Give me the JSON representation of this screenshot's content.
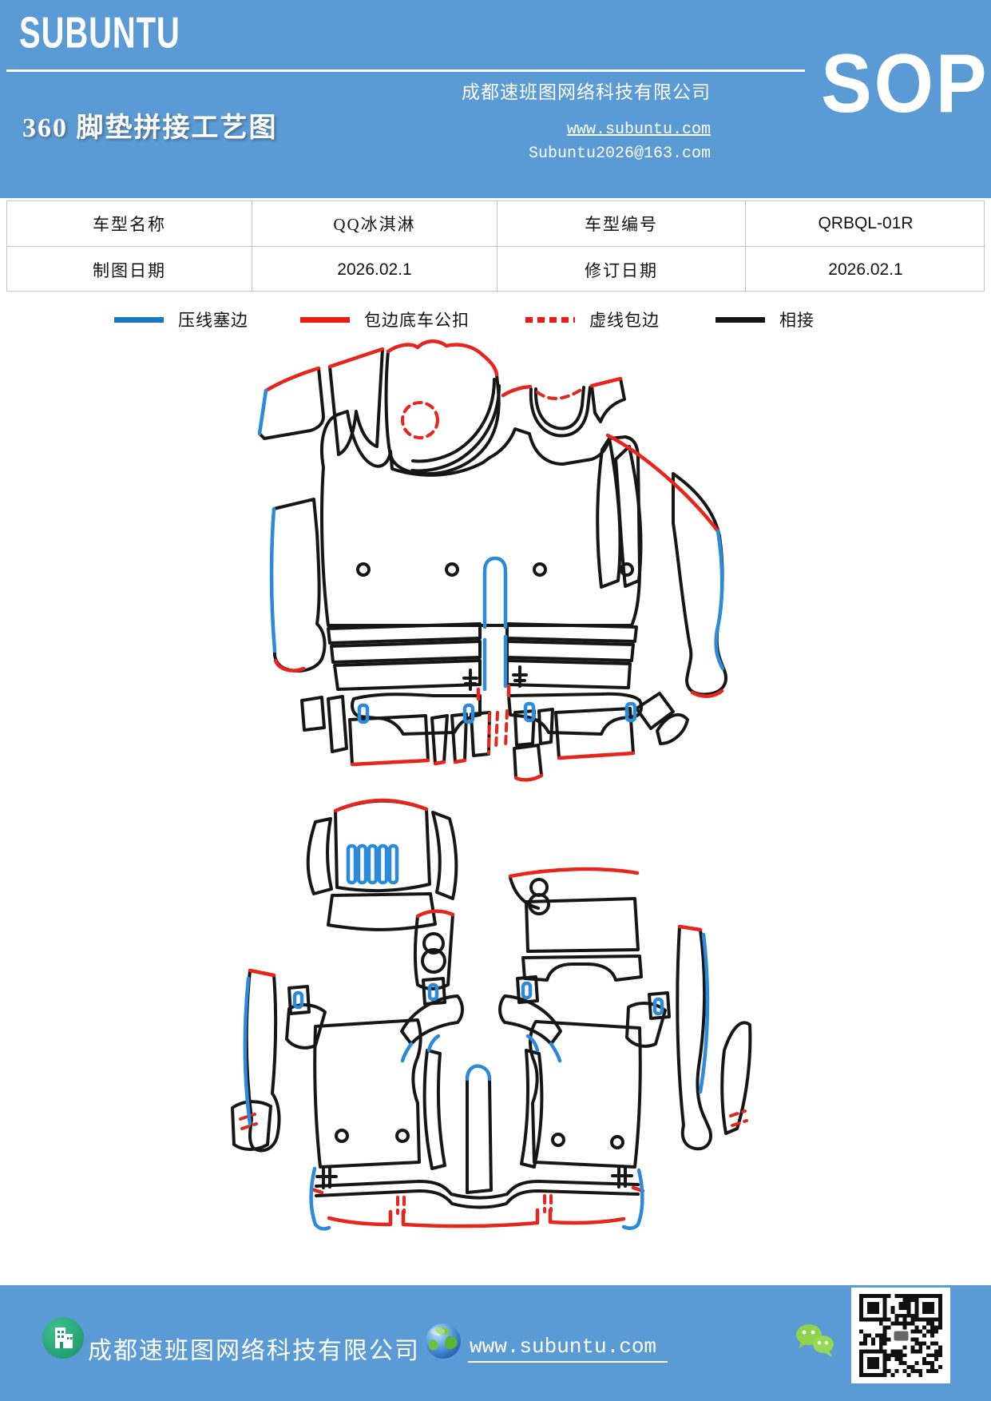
{
  "header": {
    "logo": "SUBUNTU",
    "company": "成都速班图网络科技有限公司",
    "title": "360 脚垫拼接工艺图",
    "website": "www.subuntu.com",
    "email": "Subuntu2026@163.com",
    "badge": "SOP"
  },
  "info_table": {
    "cells": [
      [
        "车型名称",
        "QQ冰淇淋",
        "车型编号",
        "QRBQL-01R"
      ],
      [
        "制图日期",
        "2026.02.1",
        "修订日期",
        "2026.02.1"
      ]
    ]
  },
  "legend": {
    "items": [
      {
        "label": "压线塞边",
        "style": "solid",
        "color": "#1878c4"
      },
      {
        "label": "包边底车公扣",
        "style": "solid",
        "color": "#ee1b15"
      },
      {
        "label": "虚线包边",
        "style": "dashed",
        "color": "#ee1b15"
      },
      {
        "label": "相接",
        "style": "solid",
        "color": "#141414"
      }
    ]
  },
  "diagrams": {
    "count": 2,
    "line_colors": {
      "black": "#161616",
      "red": "#e8251d",
      "blue": "#2b8ada"
    }
  },
  "footer": {
    "company": "成都速班图网络科技有限公司",
    "website": "www.subuntu.com",
    "icons": [
      "building-icon",
      "globe-icon",
      "wechat-icon",
      "qr-code"
    ]
  },
  "colors": {
    "header_blue": "#5b9bd5",
    "footer_blue": "#5b9bd5"
  }
}
